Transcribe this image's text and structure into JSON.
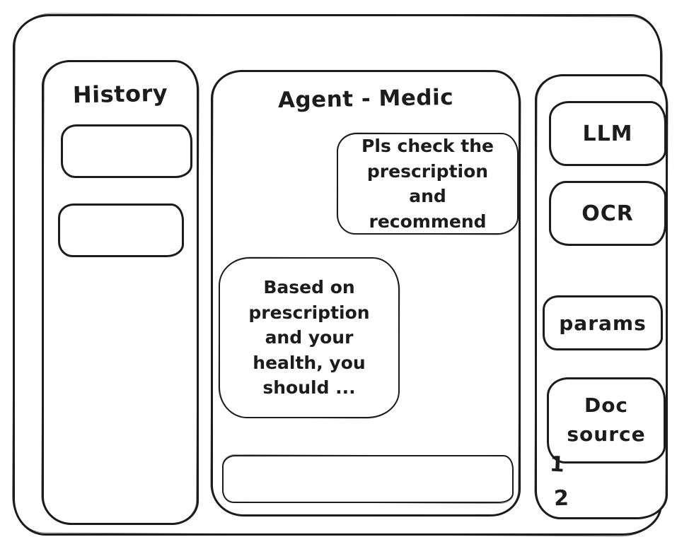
{
  "colors": {
    "ink": "#1c1c1c",
    "background": "#ffffff"
  },
  "history": {
    "title": "History",
    "items": [
      "",
      ""
    ]
  },
  "chat": {
    "title": "Agent - Medic",
    "messages": [
      {
        "role": "user",
        "text": "Pls check the prescription and recommend"
      },
      {
        "role": "agent",
        "text": "Based on prescription and your health, you should ..."
      }
    ],
    "input": {
      "value": "",
      "placeholder": ""
    }
  },
  "tools": {
    "buttons": [
      "LLM",
      "OCR",
      "params"
    ],
    "doc_source": {
      "label": "Doc source",
      "items": [
        "1",
        "2"
      ]
    }
  }
}
